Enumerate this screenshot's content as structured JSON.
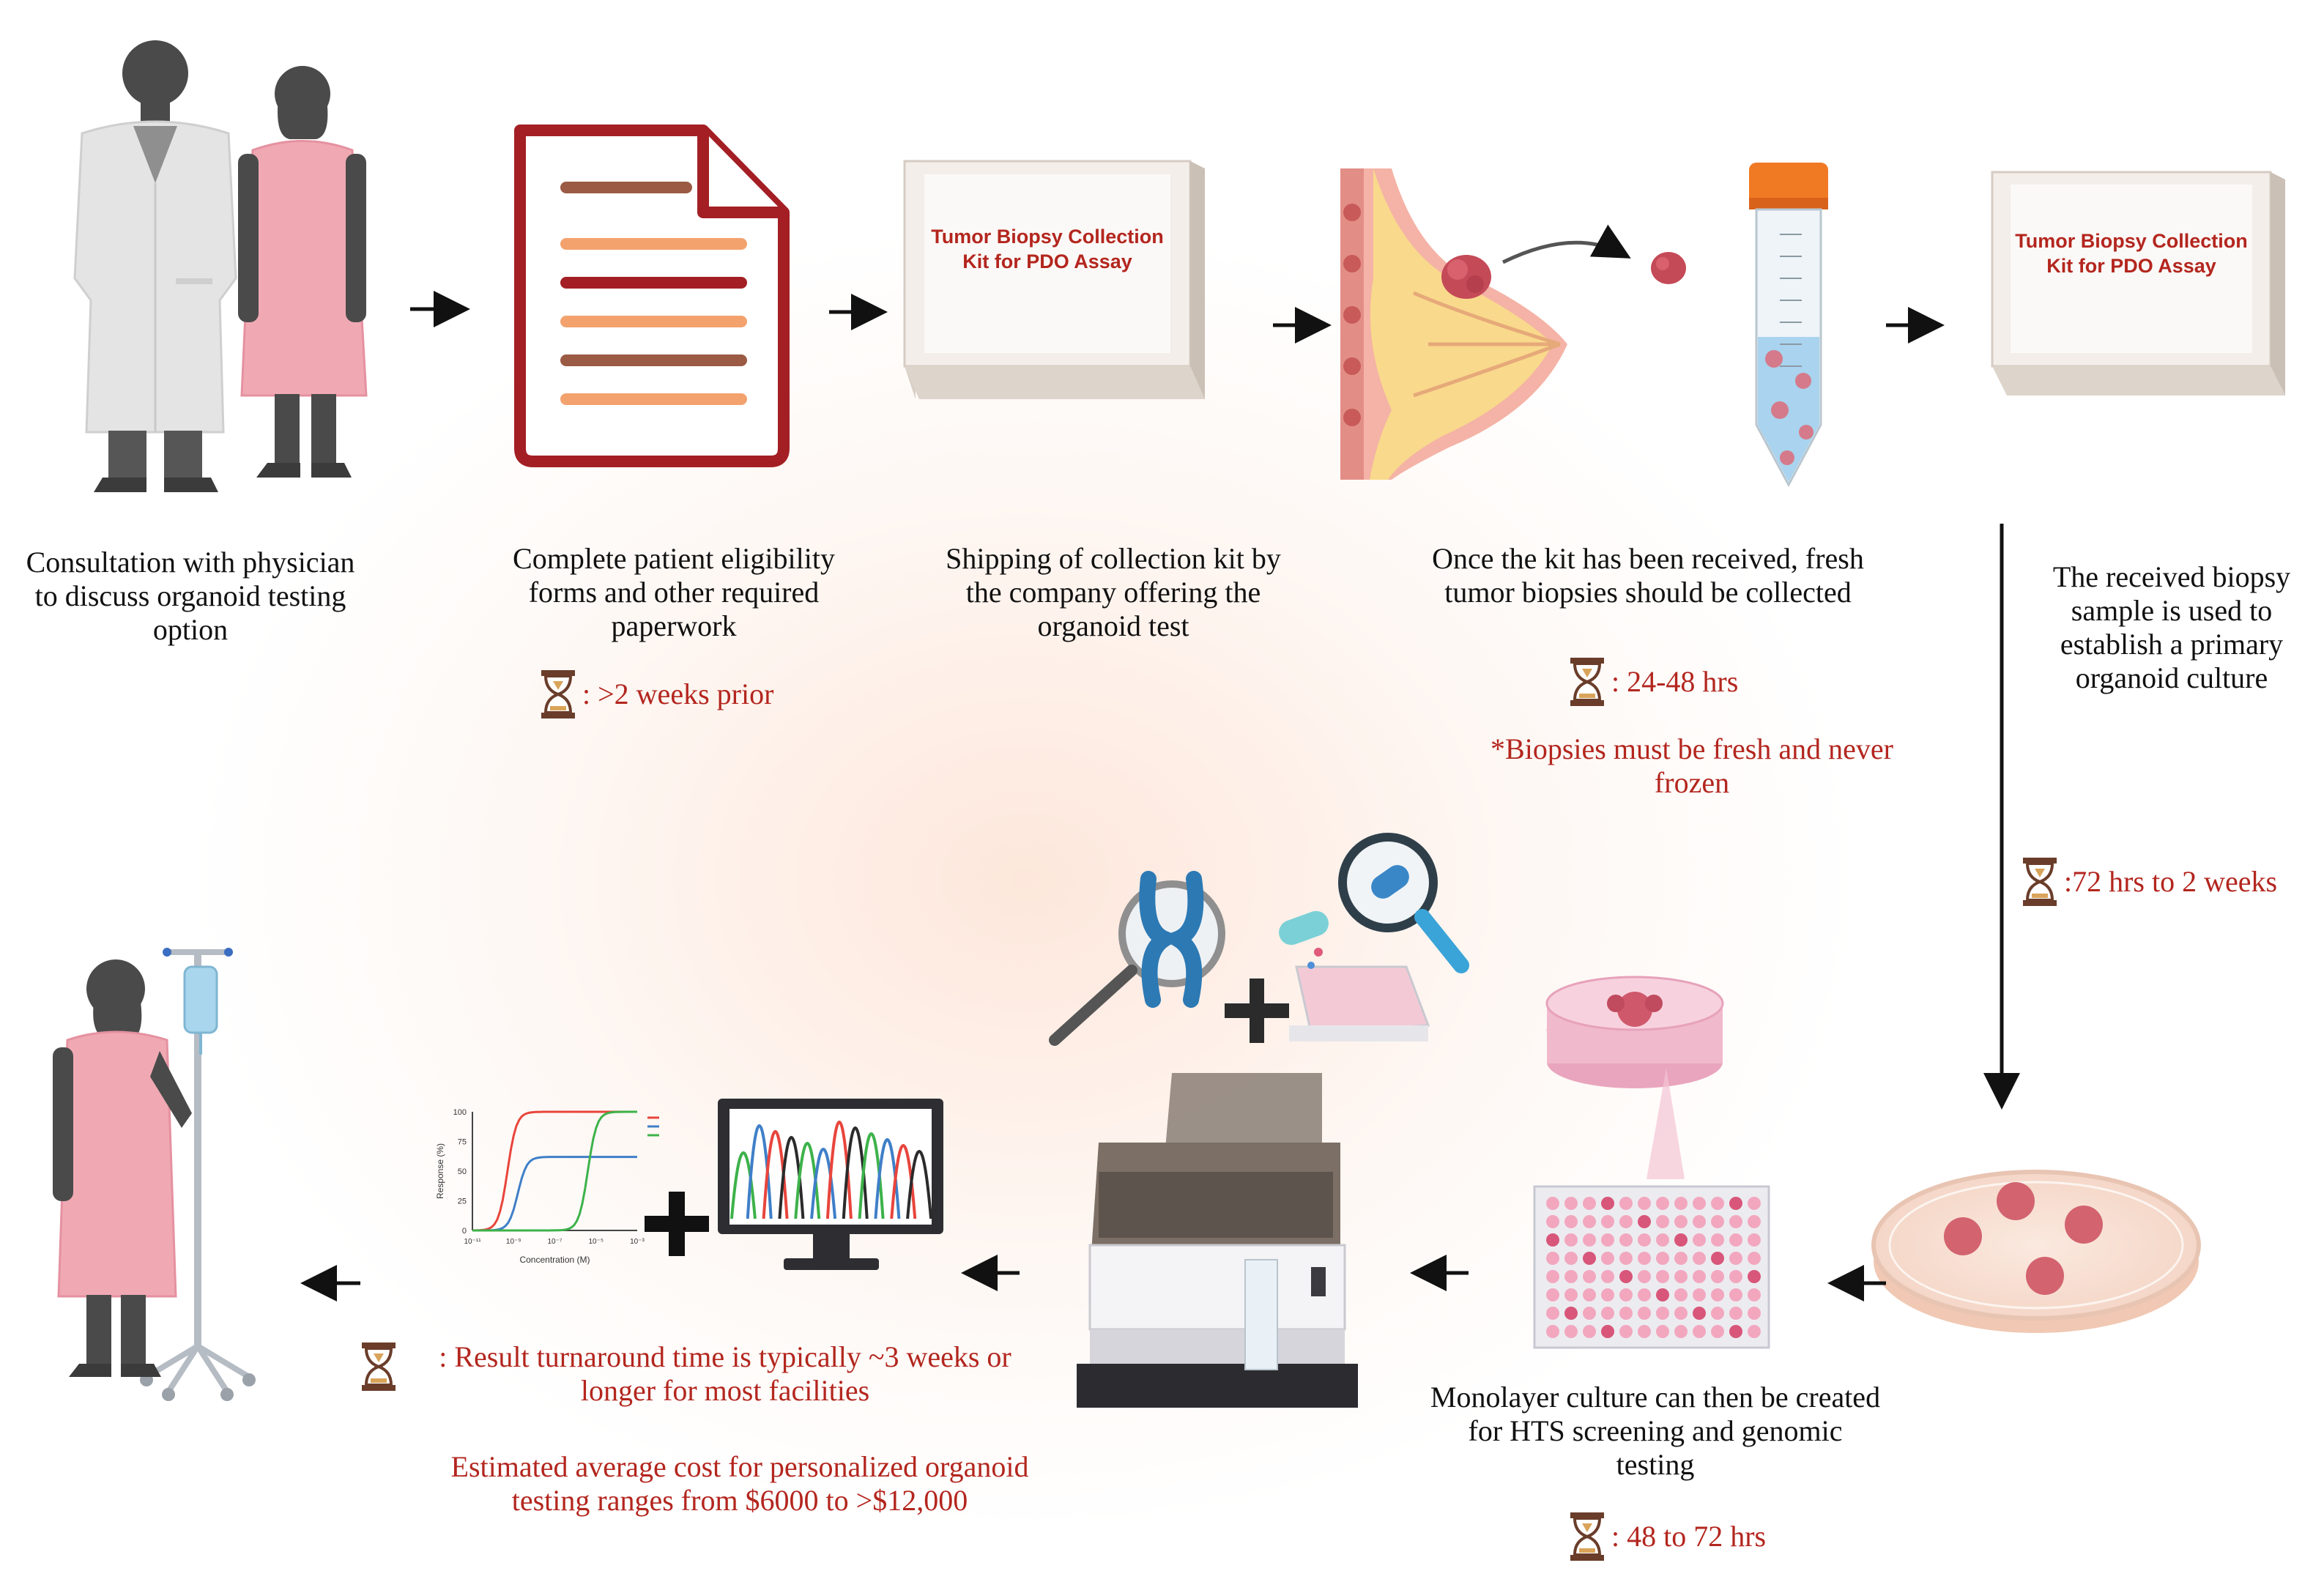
{
  "steps": {
    "consultation": "Consultation with physician to discuss organoid testing option",
    "paperwork": "Complete patient eligibility forms and other required  paperwork",
    "shipping": "Shipping of collection kit by the company offering the organoid test",
    "biopsy": "Once the kit has been received, fresh tumor biopsies should be collected",
    "culture": "The received biopsy sample is  used to establish a primary organoid culture",
    "monolayer": "Monolayer culture can then be created for HTS screening and genomic testing"
  },
  "timers": {
    "paperwork": ": >2  weeks prior",
    "biopsy": ": 24-48 hrs",
    "culture": ":72 hrs to 2 weeks",
    "monolayer": ": 48 to 72 hrs",
    "results": ": Result turnaround time is typically ~3 weeks or longer for most facilities"
  },
  "notes": {
    "fresh": "*Biopsies must be fresh and never frozen",
    "cost": "Estimated average cost for personalized organoid testing ranges from $6000 to >$12,000"
  },
  "kit_label": "Tumor Biopsy Collection Kit for PDO Assay",
  "chart_data": {
    "type": "line",
    "xlabel": "Concentration (M)",
    "ylabel": "Response (%)",
    "ylim": [
      0,
      100
    ],
    "yticks": [
      "0",
      "25",
      "50",
      "75",
      "100"
    ],
    "xticks": [
      "10⁻¹¹",
      "10⁻⁹",
      "10⁻⁷",
      "10⁻⁵",
      "10⁻³"
    ],
    "series": [
      {
        "color": "#e8453c",
        "ec50_log": -9.3,
        "top": 100
      },
      {
        "color": "#3f7fc8",
        "ec50_log": -8.8,
        "top": 62
      },
      {
        "color": "#3db24a",
        "ec50_log": -5.4,
        "top": 100
      }
    ]
  },
  "colors": {
    "accent_red": "#b3261e",
    "doc_red": "#a31f24",
    "doc_brown": "#9a5a44",
    "doc_orange": "#f3a26e"
  }
}
